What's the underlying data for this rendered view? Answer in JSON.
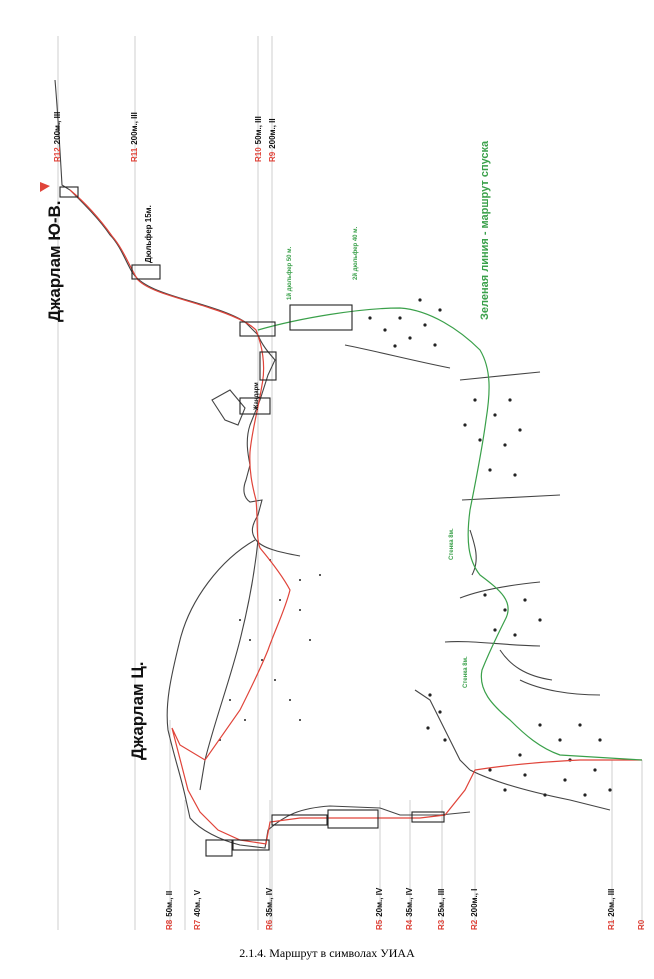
{
  "titles": {
    "ridge_top": "Джарлам Ю-В.",
    "ridge_center": "Джарлам Ц."
  },
  "legend_green": "Зеленая линия - маршрут спуска",
  "notes": {
    "dulfer_15": "Дюльфер 15м.",
    "zhandarm": "Жандарм",
    "dulfer_1": "1й дюльфер 50 м.",
    "dulfer_2": "2й дюльфер 40 м.",
    "wall_8a": "Стенка 8м.",
    "wall_8b": "Стенка 8м."
  },
  "sections": [
    {
      "code": "R12",
      "desc": "200м., III"
    },
    {
      "code": "R11",
      "desc": "200м., III"
    },
    {
      "code": "R10",
      "desc": "50м., III"
    },
    {
      "code": "R9",
      "desc": "200м., II"
    },
    {
      "code": "R8",
      "desc": "50м., II"
    },
    {
      "code": "R7",
      "desc": "40м., V"
    },
    {
      "code": "R6",
      "desc": "35м., IV"
    },
    {
      "code": "R5",
      "desc": "20м., IV"
    },
    {
      "code": "R4",
      "desc": "35м., IV"
    },
    {
      "code": "R3",
      "desc": "25м., III"
    },
    {
      "code": "R2",
      "desc": "200м., I"
    },
    {
      "code": "R1",
      "desc": "20м., III"
    },
    {
      "code": "R0",
      "desc": ""
    }
  ],
  "caption": "2.1.4. Маршрут в символах УИАА",
  "colors": {
    "route": "#e0443a",
    "descent": "#3aa04a",
    "ridge": "#555555",
    "text": "#111111"
  }
}
